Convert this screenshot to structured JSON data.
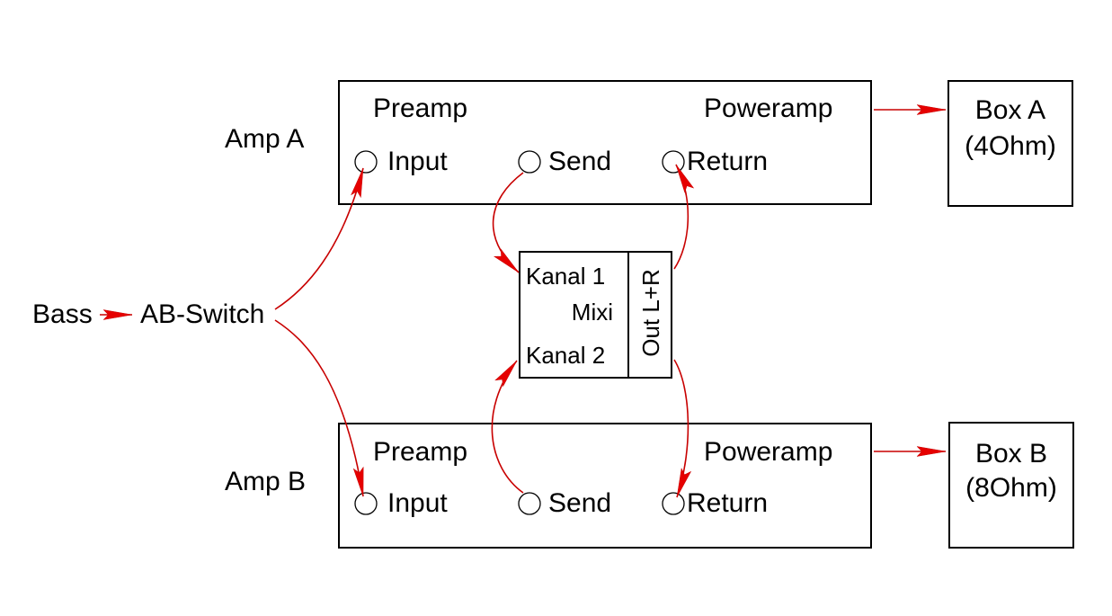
{
  "diagram": {
    "title_implicit": "Bass dual-amp signal routing diagram",
    "source": {
      "bass": "Bass",
      "switch": "AB-Switch"
    },
    "amp_a": {
      "name": "Amp A",
      "preamp": "Preamp",
      "poweramp": "Poweramp",
      "input": "Input",
      "send": "Send",
      "return_label": "Return"
    },
    "amp_b": {
      "name": "Amp B",
      "preamp": "Preamp",
      "poweramp": "Poweramp",
      "input": "Input",
      "send": "Send",
      "return_label": "Return"
    },
    "mixer": {
      "channel_1": "Kanal 1",
      "name": "Mixi",
      "channel_2": "Kanal 2",
      "out": "Out L+R"
    },
    "box_a": {
      "name": "Box A",
      "impedance": "(4Ohm)"
    },
    "box_b": {
      "name": "Box B",
      "impedance": "(8Ohm)"
    },
    "colors": {
      "signal_line": "#c80000",
      "arrowhead": "#e60000",
      "outline": "#000000",
      "background": "#ffffff"
    }
  }
}
